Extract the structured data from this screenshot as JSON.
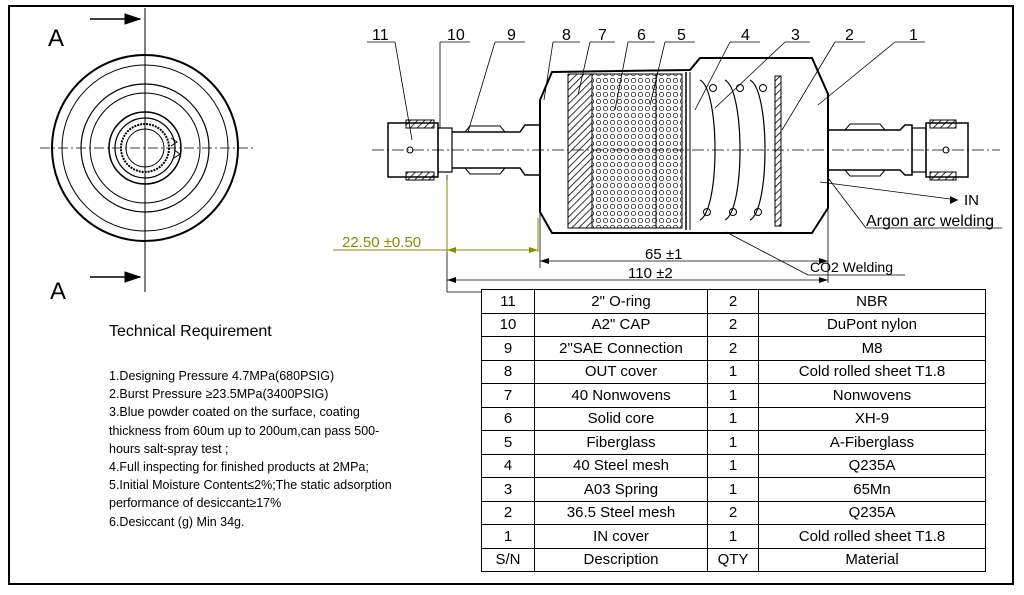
{
  "section_marks": {
    "top": "A",
    "bottom": "A"
  },
  "balloons": [
    "11",
    "10",
    "9",
    "8",
    "7",
    "6",
    "5",
    "4",
    "3",
    "2",
    "1"
  ],
  "dimensions": {
    "offset": "22.50 ±0.50",
    "inner_length": "65 ±1",
    "overall_length": "110 ±2"
  },
  "annotations": {
    "in": "IN",
    "argon": "Argon arc welding",
    "co2": "CO2 Welding"
  },
  "tech_requirement": {
    "title": "Technical Requirement",
    "items": [
      "1.Designing Pressure 4.7MPa(680PSIG)",
      "2.Burst Pressure ≥23.5MPa(3400PSIG)",
      "3.Blue powder coated on the surface, coating thickness from 60um up to 200um,can pass 500-hours salt-spray test ;",
      "4.Full inspecting for finished products at 2MPa;",
      "5.Initial Moisture Content≤2%;The static adsorption performance of desiccant≥17%",
      "6.Desiccant (g) Min 34g."
    ]
  },
  "parts_table": {
    "rows": [
      [
        "11",
        "2\" O-ring",
        "2",
        "NBR"
      ],
      [
        "10",
        "A2\" CAP",
        "2",
        "DuPont nylon"
      ],
      [
        "9",
        "2\"SAE Connection",
        "2",
        "M8"
      ],
      [
        "8",
        "OUT cover",
        "1",
        "Cold rolled sheet T1.8"
      ],
      [
        "7",
        "40 Nonwovens",
        "1",
        "Nonwovens"
      ],
      [
        "6",
        "Solid core",
        "1",
        "XH-9"
      ],
      [
        "5",
        "Fiberglass",
        "1",
        "A-Fiberglass"
      ],
      [
        "4",
        "40 Steel mesh",
        "1",
        "Q235A"
      ],
      [
        "3",
        "A03 Spring",
        "1",
        "65Mn"
      ],
      [
        "2",
        "36.5 Steel mesh",
        "2",
        "Q235A"
      ],
      [
        "1",
        "IN cover",
        "1",
        "Cold rolled sheet T1.8"
      ]
    ],
    "header": [
      "S/N",
      "Description",
      "QTY",
      "Material"
    ]
  },
  "colors": {
    "dimension": "#8a8a00",
    "line": "#000000"
  }
}
